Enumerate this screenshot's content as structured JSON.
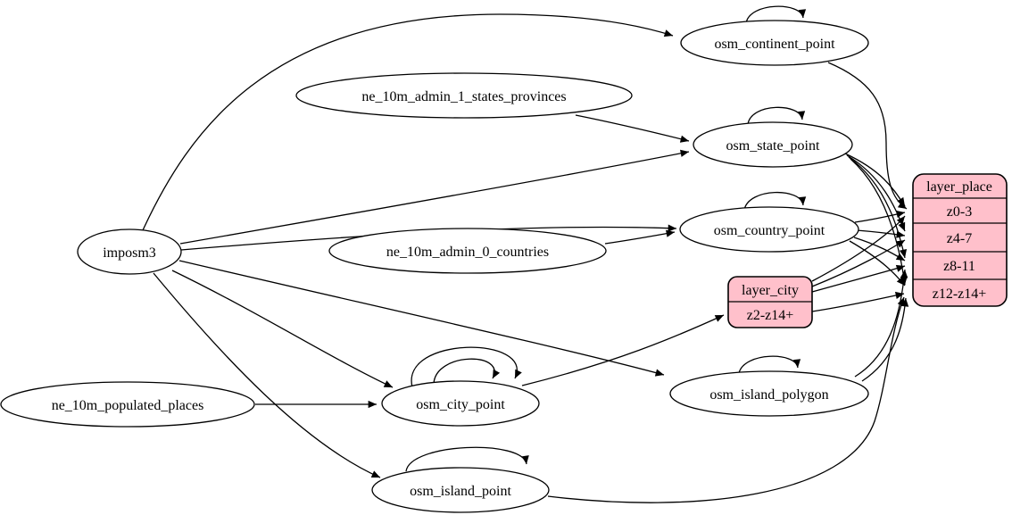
{
  "diagram": {
    "background_color": "#ffffff",
    "ellipse_fill": "#ffffff",
    "record_fill": "#ffc0cb",
    "stroke_color": "#000000"
  },
  "nodes": {
    "imposm3": {
      "label": "imposm3",
      "shape": "ellipse"
    },
    "ne_10m_admin_1_states_provinces": {
      "label": "ne_10m_admin_1_states_provinces",
      "shape": "ellipse"
    },
    "ne_10m_admin_0_countries": {
      "label": "ne_10m_admin_0_countries",
      "shape": "ellipse"
    },
    "ne_10m_populated_places": {
      "label": "ne_10m_populated_places",
      "shape": "ellipse"
    },
    "osm_continent_point": {
      "label": "osm_continent_point",
      "shape": "ellipse"
    },
    "osm_state_point": {
      "label": "osm_state_point",
      "shape": "ellipse"
    },
    "osm_country_point": {
      "label": "osm_country_point",
      "shape": "ellipse"
    },
    "osm_city_point": {
      "label": "osm_city_point",
      "shape": "ellipse"
    },
    "osm_island_polygon": {
      "label": "osm_island_polygon",
      "shape": "ellipse"
    },
    "osm_island_point": {
      "label": "osm_island_point",
      "shape": "ellipse"
    },
    "layer_city": {
      "label": "layer_city",
      "shape": "record",
      "rows": [
        "z2-z14+"
      ]
    },
    "layer_place": {
      "label": "layer_place",
      "shape": "record",
      "rows": [
        "z0-3",
        "z4-7",
        "z8-11",
        "z12-z14+"
      ]
    }
  },
  "edges": [
    {
      "from": "imposm3",
      "to": "osm_continent_point"
    },
    {
      "from": "imposm3",
      "to": "osm_state_point"
    },
    {
      "from": "imposm3",
      "to": "osm_country_point"
    },
    {
      "from": "imposm3",
      "to": "osm_city_point"
    },
    {
      "from": "imposm3",
      "to": "osm_island_polygon"
    },
    {
      "from": "imposm3",
      "to": "osm_island_point"
    },
    {
      "from": "ne_10m_admin_1_states_provinces",
      "to": "osm_state_point"
    },
    {
      "from": "ne_10m_admin_0_countries",
      "to": "osm_country_point"
    },
    {
      "from": "ne_10m_populated_places",
      "to": "osm_city_point"
    },
    {
      "from": "osm_continent_point",
      "to": "osm_continent_point",
      "self_loop": true
    },
    {
      "from": "osm_state_point",
      "to": "osm_state_point",
      "self_loop": true
    },
    {
      "from": "osm_country_point",
      "to": "osm_country_point",
      "self_loop": true
    },
    {
      "from": "osm_city_point",
      "to": "osm_city_point",
      "self_loop": true
    },
    {
      "from": "osm_city_point",
      "to": "osm_city_point",
      "self_loop": true
    },
    {
      "from": "osm_island_polygon",
      "to": "osm_island_polygon",
      "self_loop": true
    },
    {
      "from": "osm_island_point",
      "to": "osm_island_point",
      "self_loop": true
    },
    {
      "from": "osm_city_point",
      "to": "layer_city:z2-z14+"
    },
    {
      "from": "osm_continent_point",
      "to": "layer_place:z0-3"
    },
    {
      "from": "osm_state_point",
      "to": "layer_place:z0-3"
    },
    {
      "from": "osm_state_point",
      "to": "layer_place:z4-7"
    },
    {
      "from": "osm_state_point",
      "to": "layer_place:z8-11"
    },
    {
      "from": "osm_state_point",
      "to": "layer_place:z12-z14+"
    },
    {
      "from": "osm_country_point",
      "to": "layer_place:z0-3"
    },
    {
      "from": "osm_country_point",
      "to": "layer_place:z4-7"
    },
    {
      "from": "osm_country_point",
      "to": "layer_place:z8-11"
    },
    {
      "from": "osm_country_point",
      "to": "layer_place:z12-z14+"
    },
    {
      "from": "layer_city",
      "to": "layer_place:z0-3"
    },
    {
      "from": "layer_city",
      "to": "layer_place:z4-7"
    },
    {
      "from": "layer_city",
      "to": "layer_place:z8-11"
    },
    {
      "from": "layer_city",
      "to": "layer_place:z12-z14+"
    },
    {
      "from": "osm_island_polygon",
      "to": "layer_place:z8-11"
    },
    {
      "from": "osm_island_polygon",
      "to": "layer_place:z12-z14+"
    },
    {
      "from": "osm_island_point",
      "to": "layer_place:z12-z14+"
    }
  ]
}
